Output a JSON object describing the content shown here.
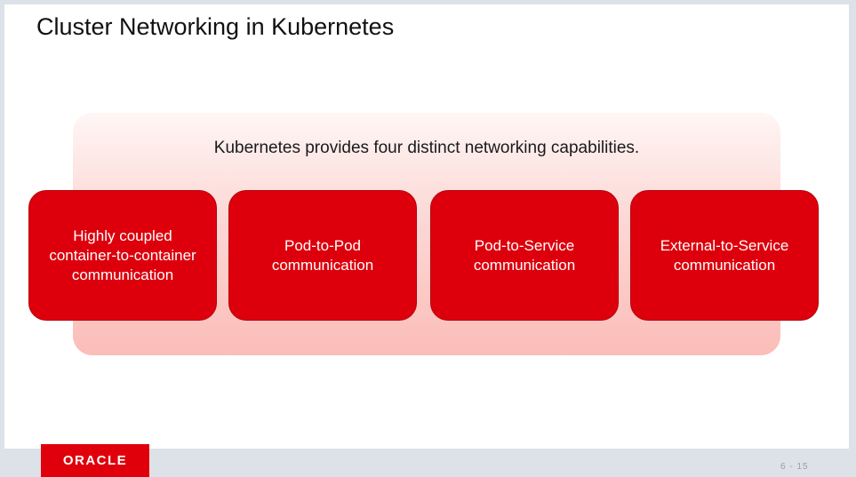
{
  "slide": {
    "title": "Cluster Networking in Kubernetes",
    "panel_caption": "Kubernetes provides four distinct networking capabilities.",
    "capabilities": [
      {
        "label": "Highly coupled container-to-container communication"
      },
      {
        "label": "Pod-to-Pod communication"
      },
      {
        "label": "Pod-to-Service communication"
      },
      {
        "label": "External-to-Service communication"
      }
    ]
  },
  "footer": {
    "logo_text": "ORACLE",
    "page_number": "6 - 15"
  },
  "colors": {
    "accent_red": "#dd000c",
    "panel_gradient_top": "#fef6f5",
    "panel_gradient_bottom": "#fbbdb8",
    "page_background": "#dde1e8"
  }
}
